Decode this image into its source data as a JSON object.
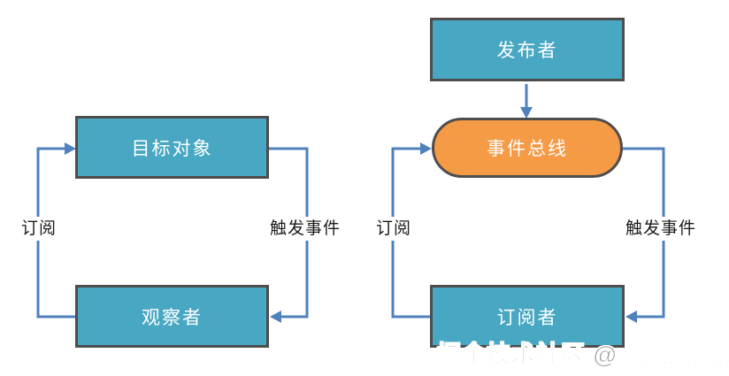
{
  "colors": {
    "node_fill_teal": "#48a7c2",
    "node_fill_orange": "#f59a45",
    "node_border": "#4d4d4d",
    "connector_blue": "#4f81bd",
    "label_text": "#1c1c1c",
    "node_text": "#ffffff",
    "watermark_text": "#8d8d8d"
  },
  "observer_diagram": {
    "top_node": "目标对象",
    "bottom_node": "观察者",
    "subscribe_label": "订阅",
    "trigger_label": "触发事件"
  },
  "pubsub_diagram": {
    "top_node": "发布者",
    "middle_node": "事件总线",
    "bottom_node": "订阅者",
    "subscribe_label": "订阅",
    "trigger_label": "触发事件"
  },
  "watermark": "掘金技术社区 @ 燕燕燕燕燕"
}
